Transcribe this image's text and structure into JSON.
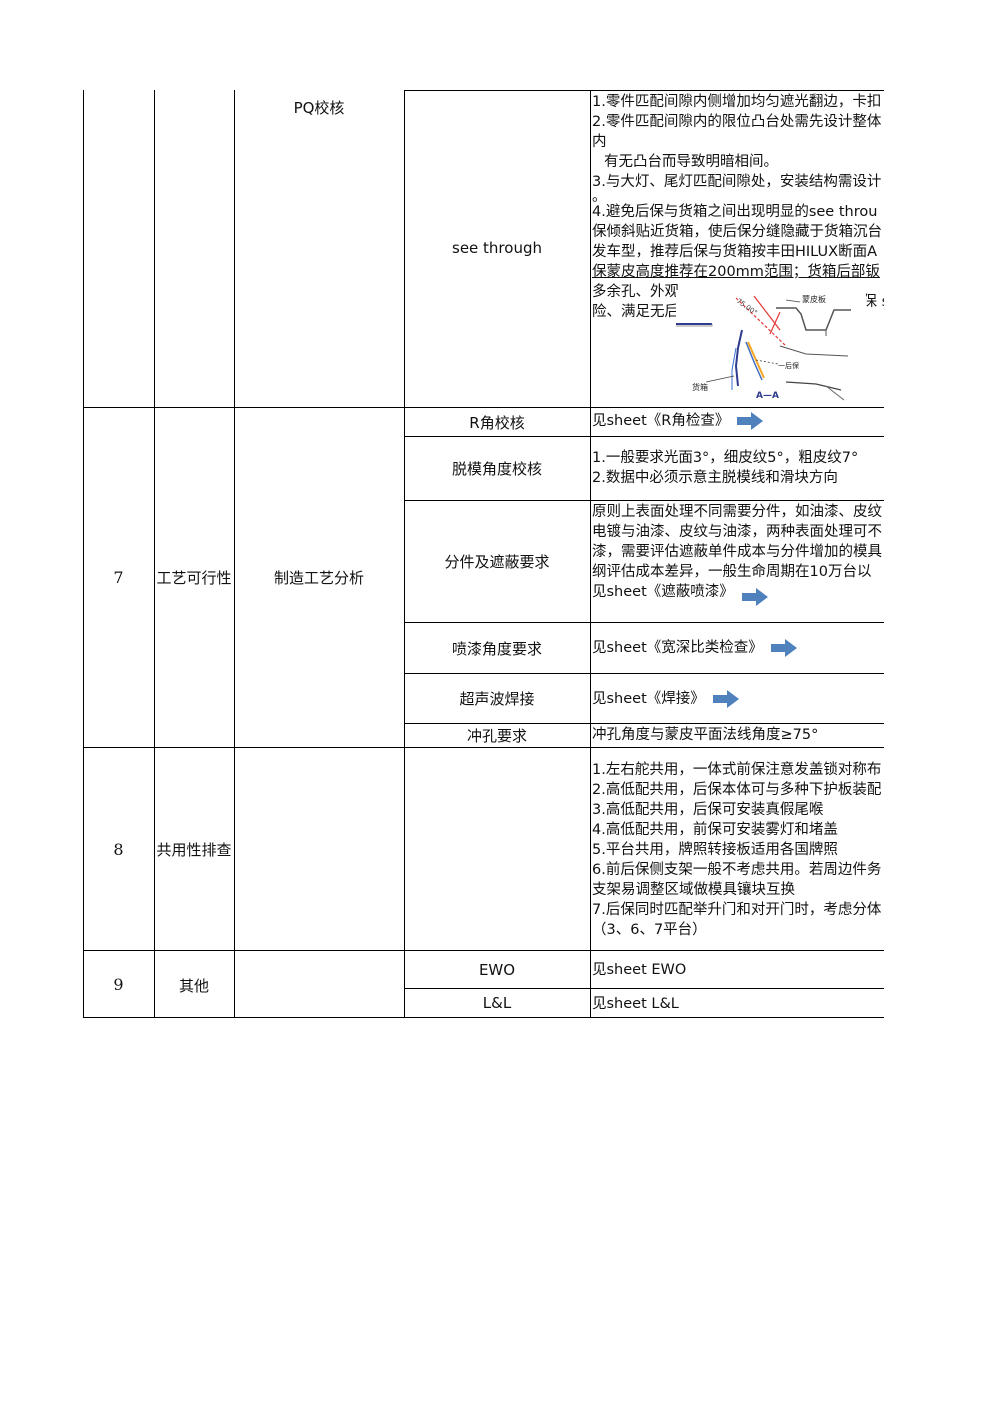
{
  "rows": {
    "pq": {
      "group": "PQ校核",
      "item": "see through",
      "lines": [
        "1.零件匹配间隙内侧增加均匀遮光翻边，卡扣",
        "2.零件匹配间隙内的限位凸台处需先设计整体",
        "内",
        "有无凸台而导致明暗相间。",
        "3.与大灯、尾灯匹配间隙处，安装结构需设计",
        "。",
        "4.避免后保与货箱之间出现明显的see throu",
        "保倾斜贴近货箱，使后保分缝隐藏于货箱沉台",
        "发车型，推荐后保与货箱按丰田HILUX断面A",
        "保蒙皮高度推荐在200mm范围；货箱后部钣",
        "多余孔、外观",
        "险、满足无后"
      ],
      "line_tail": "后保 s",
      "figure_labels": {
        "top_right": "蒙皮板",
        "angle": "75.00°",
        "mid": "一后保",
        "bottom_left": "货箱",
        "section": "A—A"
      }
    },
    "craft": {
      "no": "7",
      "category": "工艺可行性",
      "group": "制造工艺分析",
      "r_angle": {
        "item": "R角校核",
        "desc": "见sheet《R角检查》"
      },
      "draft": {
        "item": "脱模角度校核",
        "lines": [
          "1.一般要求光面3°，细皮纹5°，粗皮纹7°",
          "2.数据中必须示意主脱模线和滑块方向"
        ]
      },
      "split": {
        "item": "分件及遮蔽要求",
        "lines": [
          "原则上表面处理不同需要分件，如油漆、皮纹",
          "电镀与油漆、皮纹与油漆，两种表面处理可不",
          "漆，需要评估遮蔽单件成本与分件增加的模具",
          "纲评估成本差异，一般生命周期在10万台以",
          "见sheet《遮蔽喷漆》"
        ]
      },
      "spray": {
        "item": "喷漆角度要求",
        "desc": "见sheet《宽深比类检查》"
      },
      "weld": {
        "item": "超声波焊接",
        "desc": "见sheet《焊接》"
      },
      "punch": {
        "item": "冲孔要求",
        "desc": "冲孔角度与蒙皮平面法线角度≥75°"
      }
    },
    "common": {
      "no": "8",
      "category": "共用性排查",
      "lines": [
        "1.左右舵共用，一体式前保注意发盖锁对称布",
        "2.高低配共用，后保本体可与多种下护板装配",
        "3.高低配共用，后保可安装真假尾喉",
        "4.高低配共用，前保可安装雾灯和堵盖",
        "5.平台共用，牌照转接板适用各国牌照",
        "6.前后保侧支架一般不考虑共用。若周边件务",
        "支架易调整区域做模具镶块互换",
        "7.后保同时匹配举升门和对开门时，考虑分体",
        "（3、6、7平台）"
      ]
    },
    "other": {
      "no": "9",
      "category": "其他",
      "ewo": {
        "item": "EWO",
        "desc": "见sheet EWO"
      },
      "ll": {
        "item": "L&L",
        "desc": "见sheet L&L"
      }
    }
  },
  "colors": {
    "border": "#000000",
    "arrow": "#4f81bd",
    "figure_red": "#e53935",
    "figure_blue": "#2f3b8f",
    "figure_orange": "#f5a623"
  },
  "icons": {
    "arrow": "right-arrow-icon"
  }
}
